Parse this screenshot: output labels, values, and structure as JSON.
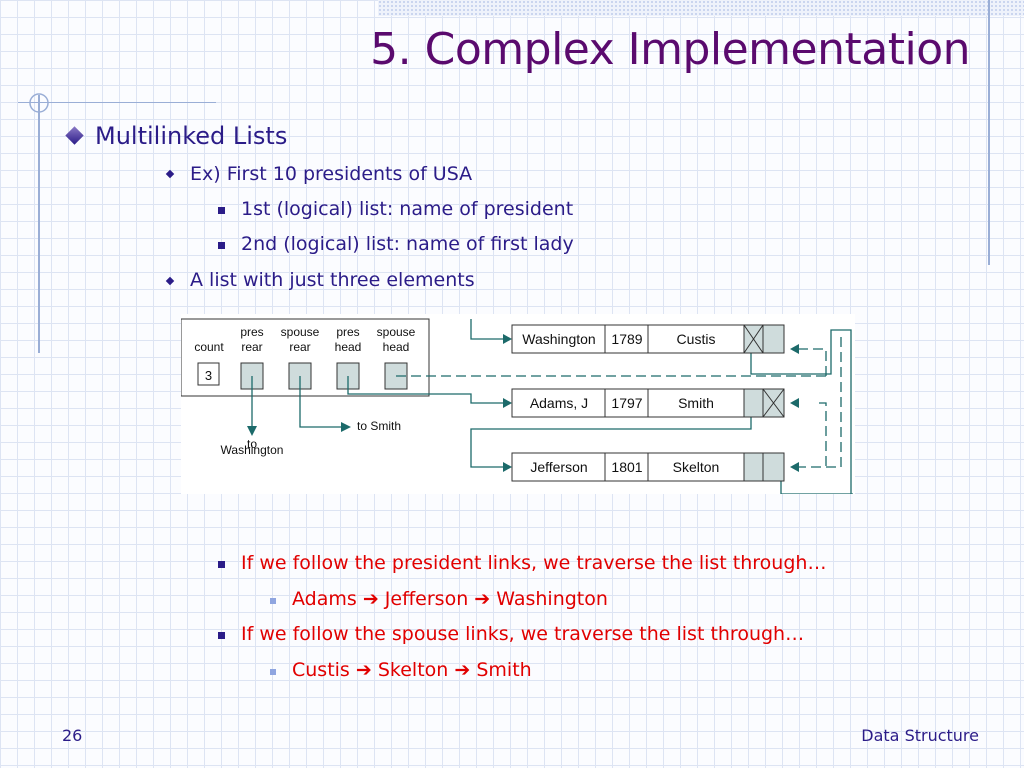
{
  "slide": {
    "title": "5. Complex Implementation",
    "page_number": "26",
    "footer_right": "Data Structure"
  },
  "bullets": {
    "l1": "Multilinked Lists",
    "ex": "Ex) First 10 presidents of USA",
    "sub1": "1st (logical) list: name of president",
    "sub2": "2nd (logical) list: name of first lady",
    "three": "A list with just three elements",
    "follow_pres": "If we follow the president links, we traverse the list through…",
    "pres_order": {
      "a": "Adams",
      "b": "Jefferson",
      "c": "Washington"
    },
    "follow_spouse": "If we follow the spouse links, we traverse the list through…",
    "spouse_order": {
      "a": "Custis",
      "b": "Skelton",
      "c": "Smith"
    }
  },
  "diagram": {
    "head": {
      "count_label": "count",
      "count_value": "3",
      "pres_rear": [
        "pres",
        "rear"
      ],
      "spouse_rear": [
        "spouse",
        "rear"
      ],
      "pres_head": [
        "pres",
        "head"
      ],
      "spouse_head": [
        "spouse",
        "head"
      ]
    },
    "to_washington": [
      "to",
      "Washington"
    ],
    "to_smith": "to Smith",
    "nodes": [
      {
        "president": "Washington",
        "year": "1789",
        "spouse": "Custis"
      },
      {
        "president": "Adams, J",
        "year": "1797",
        "spouse": "Smith"
      },
      {
        "president": "Jefferson",
        "year": "1801",
        "spouse": "Skelton"
      }
    ],
    "colors": {
      "pointer_fill": "#cfdcdc",
      "line": "#1c6a6a"
    }
  },
  "colors": {
    "title": "#5a0a6e",
    "text": "#2b1c88",
    "red": "#e10000"
  }
}
